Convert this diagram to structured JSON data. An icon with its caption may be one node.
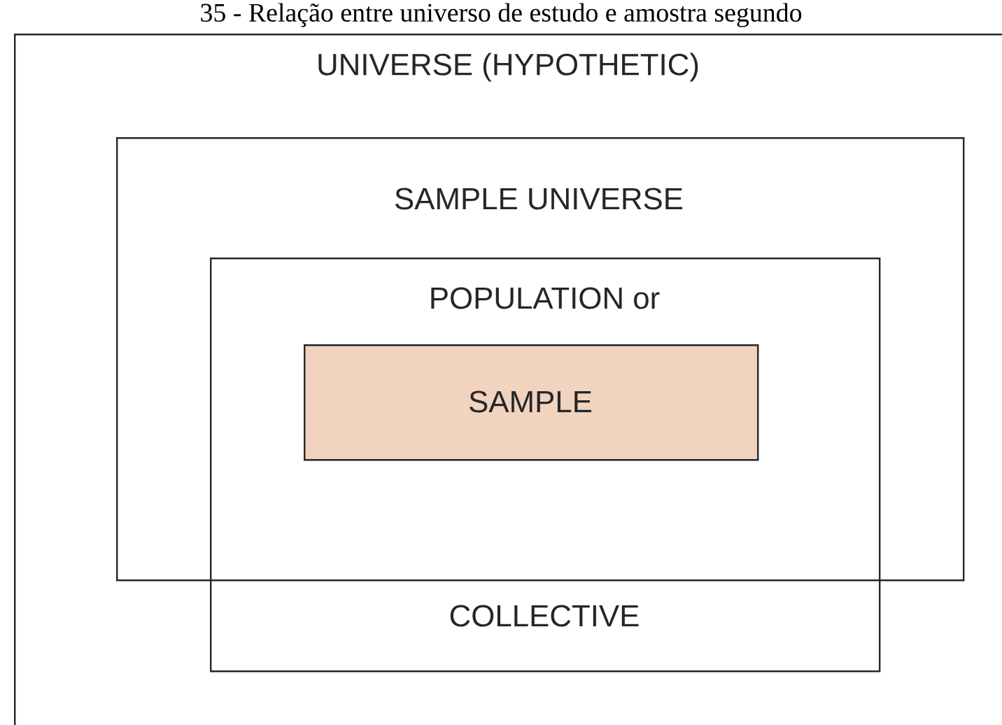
{
  "diagram": {
    "title": "35 - Relação entre universo de estudo e amostra segundo",
    "nodes": [
      {
        "text": [
          "UNIVERSE (HYPOTHETIC)"
        ]
      },
      {
        "text": [
          "SAMPLE UNIVERSE"
        ],
        "in": 0
      },
      {
        "text": [
          "POPULATION or",
          "COLLECTIVE"
        ],
        "in": 0
      },
      {
        "text": [
          "SAMPLE"
        ]
      }
    ]
  }
}
